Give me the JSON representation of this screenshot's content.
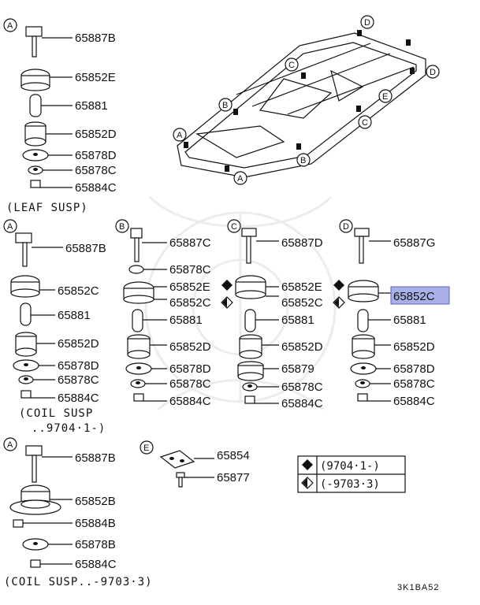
{
  "callouts": {
    "a": "A",
    "b": "B",
    "c": "C",
    "d": "D",
    "e": "E"
  },
  "frame_callouts": [
    "D",
    "C",
    "D",
    "E",
    "B",
    "C",
    "A",
    "B",
    "A"
  ],
  "leaf_group": {
    "callout": "A",
    "labels": [
      "65887B",
      "65852E",
      "65881",
      "65852D",
      "65878D",
      "65878C",
      "65884C"
    ],
    "caption": "(LEAF SUSP)"
  },
  "coil_a": {
    "callout": "A",
    "labels": [
      "65887B",
      "65852C",
      "65881",
      "65852D",
      "65878D",
      "65878C",
      "65884C"
    ],
    "caption_1": "(COIL SUSP",
    "caption_2": "..9704·1-)"
  },
  "coil_b": {
    "callout": "B",
    "labels": [
      "65887C",
      "65878C",
      "65852E",
      "65852C",
      "65881",
      "65852D",
      "65878D",
      "65878C",
      "65884C"
    ]
  },
  "coil_c": {
    "callout": "C",
    "labels": [
      "65887D",
      "65852E",
      "65852C",
      "65881",
      "65852D",
      "65879",
      "65878C",
      "65884C"
    ]
  },
  "coil_d": {
    "callout": "D",
    "labels": [
      "65887G",
      "65852C",
      "65881",
      "65852D",
      "65878D",
      "65878C",
      "65884C"
    ],
    "highlight_color": "#a8b0e8"
  },
  "old_group": {
    "callout": "A",
    "labels": [
      "65887B",
      "65852B",
      "65884B",
      "65878B",
      "65884C"
    ],
    "caption": "(COIL SUSP..-9703·3)"
  },
  "e_group": {
    "callout": "E",
    "labels": [
      "65854",
      "65877"
    ]
  },
  "legend": {
    "row_1": "(9704·1-)",
    "row_2": "(-9703·3)"
  },
  "drawing_code": "3K1BA52"
}
